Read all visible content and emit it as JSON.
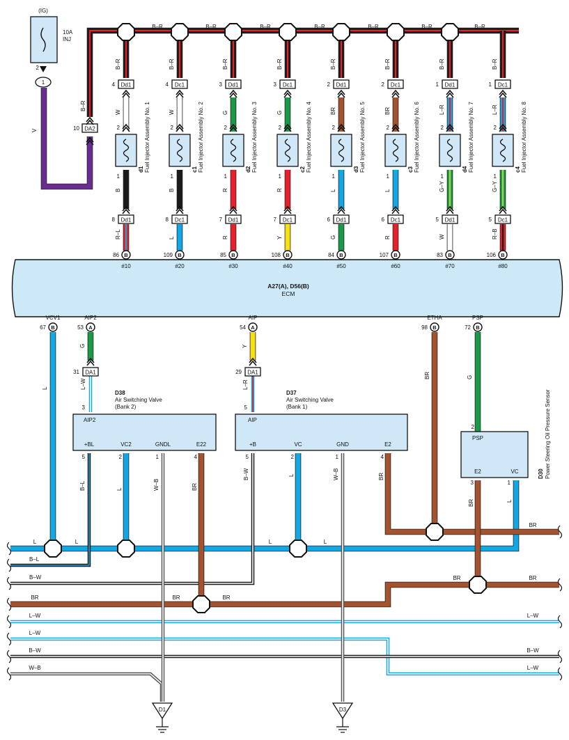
{
  "colors": {
    "black": "#1a1a1a",
    "red": "#e8202a",
    "white": "#ffffff",
    "green": "#1a9a48",
    "brown": "#a4532e",
    "blue": "#11a8e6",
    "yellow": "#f7df12",
    "purple": "#6b2c91",
    "light_green": "#a8d54b",
    "grey": "#c8c8c8",
    "ecm_fill": "#cde9f8",
    "component_fill": "#cfe7f6"
  },
  "fuse": {
    "source": "(IG)",
    "rating": "10A",
    "name": "INJ",
    "pin": "2",
    "joint": "1"
  },
  "supply": {
    "wire": "V",
    "connector": "DA2",
    "pin": "10",
    "wire_up": "B–R"
  },
  "trunk_label": "B–R",
  "injectors": [
    {
      "id": "d1",
      "name": "Fuel Injector Assembly No. 1",
      "conn_top": "Dd1",
      "pin_top": "4",
      "wire_top": "W",
      "pin_coil_top": "2",
      "pin_coil_bot": "1",
      "wire_bot": "B",
      "conn_bot": "Dd1",
      "pin_bot": "8",
      "wire_ecm": "R–L",
      "ecm_pin": "86",
      "ecm_conn": "B",
      "ecm_term": "#10"
    },
    {
      "id": "c1",
      "name": "Fuel Injector Assembly No. 2",
      "conn_top": "Dc1",
      "pin_top": "4",
      "wire_top": "W",
      "pin_coil_top": "2",
      "pin_coil_bot": "1",
      "wire_bot": "B",
      "conn_bot": "Dc1",
      "pin_bot": "8",
      "wire_ecm": "L",
      "ecm_pin": "109",
      "ecm_conn": "B",
      "ecm_term": "#20"
    },
    {
      "id": "d2",
      "name": "Fuel Injector Assembly No. 3",
      "conn_top": "Dd1",
      "pin_top": "3",
      "wire_top": "G",
      "pin_coil_top": "2",
      "pin_coil_bot": "1",
      "wire_bot": "R",
      "conn_bot": "Dd1",
      "pin_bot": "7",
      "wire_ecm": "R",
      "ecm_pin": "85",
      "ecm_conn": "B",
      "ecm_term": "#30"
    },
    {
      "id": "c2",
      "name": "Fuel Injector Assembly No. 4",
      "conn_top": "Dc1",
      "pin_top": "3",
      "wire_top": "G",
      "pin_coil_top": "2",
      "pin_coil_bot": "1",
      "wire_bot": "R",
      "conn_bot": "Dc1",
      "pin_bot": "7",
      "wire_ecm": "Y",
      "ecm_pin": "108",
      "ecm_conn": "B",
      "ecm_term": "#40"
    },
    {
      "id": "d3",
      "name": "Fuel Injector Assembly No. 5",
      "conn_top": "Dd1",
      "pin_top": "2",
      "wire_top": "BR",
      "pin_coil_top": "2",
      "pin_coil_bot": "1",
      "wire_bot": "L",
      "conn_bot": "Dd1",
      "pin_bot": "6",
      "wire_ecm": "G",
      "ecm_pin": "84",
      "ecm_conn": "B",
      "ecm_term": "#50"
    },
    {
      "id": "c3",
      "name": "Fuel Injector Assembly No. 6",
      "conn_top": "Dc1",
      "pin_top": "2",
      "wire_top": "BR",
      "pin_coil_top": "2",
      "pin_coil_bot": "1",
      "wire_bot": "L",
      "conn_bot": "Dc1",
      "pin_bot": "6",
      "wire_ecm": "R",
      "ecm_pin": "107",
      "ecm_conn": "B",
      "ecm_term": "#60"
    },
    {
      "id": "d4",
      "name": "Fuel Injector Assembly No. 7",
      "conn_top": "Dd1",
      "pin_top": "1",
      "wire_top": "L–R",
      "pin_coil_top": "2",
      "pin_coil_bot": "1",
      "wire_bot": "G–Y",
      "conn_bot": "Dd1",
      "pin_bot": "5",
      "wire_ecm": "W",
      "ecm_pin": "83",
      "ecm_conn": "B",
      "ecm_term": "#70"
    },
    {
      "id": "c4",
      "name": "Fuel Injector Assembly No. 8",
      "conn_top": "Dc1",
      "pin_top": "1",
      "wire_top": "L–R",
      "pin_coil_top": "2",
      "pin_coil_bot": "1",
      "wire_bot": "G–Y",
      "conn_bot": "Dc1",
      "pin_bot": "5",
      "wire_ecm": "R–B",
      "ecm_pin": "106",
      "ecm_conn": "B",
      "ecm_term": "#80"
    }
  ],
  "ecm": {
    "id": "A27(A), D56(B)",
    "name": "ECM",
    "bottom_terms": [
      {
        "name": "VCV1",
        "pin": "67",
        "conn": "B",
        "wire": "L"
      },
      {
        "name": "AIP2",
        "pin": "53",
        "conn": "A",
        "wire": "G"
      },
      {
        "name": "AIP",
        "pin": "54",
        "conn": "A",
        "wire": "Y"
      },
      {
        "name": "ETHA",
        "pin": "98",
        "conn": "B",
        "wire": "BR"
      },
      {
        "name": "PSP",
        "pin": "72",
        "conn": "B",
        "wire": "G"
      }
    ]
  },
  "asv2": {
    "id": "D38",
    "name1": "Air Switching Valve",
    "name2": "(Bank 2)",
    "conn": "DA1",
    "conn_pin": "31",
    "wire_in": "L–W",
    "pin_in": "3",
    "term_top": "AIP2",
    "terms": [
      {
        "name": "+BL",
        "pin": "5",
        "wire": "B–L"
      },
      {
        "name": "VC2",
        "pin": "2",
        "wire": "L"
      },
      {
        "name": "GNDL",
        "pin": "1",
        "wire": "W–B"
      },
      {
        "name": "E22",
        "pin": "4",
        "wire": "BR"
      }
    ]
  },
  "asv1": {
    "id": "D37",
    "name1": "Air Switching Valve",
    "name2": "(Bank 1)",
    "conn": "DA1",
    "conn_pin": "29",
    "wire_in": "L–R",
    "pin_in": "5",
    "term_top": "AIP",
    "terms": [
      {
        "name": "+B",
        "pin": "5",
        "wire": "B–W"
      },
      {
        "name": "VC",
        "pin": "2",
        "wire": "L"
      },
      {
        "name": "GND",
        "pin": "1",
        "wire": "W–B"
      },
      {
        "name": "E2",
        "pin": "4",
        "wire": "BR"
      }
    ]
  },
  "pssensor": {
    "id": "D30",
    "name": "Power Steering Oil Pressure Sensor",
    "pin_in": "2",
    "term_top": "PSP",
    "terms": [
      {
        "name": "E2",
        "pin": "3",
        "wire": "BR"
      },
      {
        "name": "VC",
        "pin": "1",
        "wire": "L"
      }
    ]
  },
  "bus_labels": {
    "l_left": "L",
    "l_mid1": "L",
    "l_mid2": "L",
    "l_mid3": "L",
    "bl": "B–L",
    "bw": "B–W",
    "br_left": "BR",
    "br_mid1": "BR",
    "br_mid2": "BR",
    "br_top_right": "BR",
    "br_low_mid": "BR",
    "br_low_right": "BR",
    "lw1_left": "L–W",
    "lw1_right": "L–W",
    "lw2_left": "L–W",
    "lw2_right": "L–W",
    "bw2_left": "B–W",
    "bw2_right": "B–W",
    "wb_left": "W–B"
  },
  "grounds": [
    {
      "label": "D1"
    },
    {
      "label": "D3"
    }
  ]
}
